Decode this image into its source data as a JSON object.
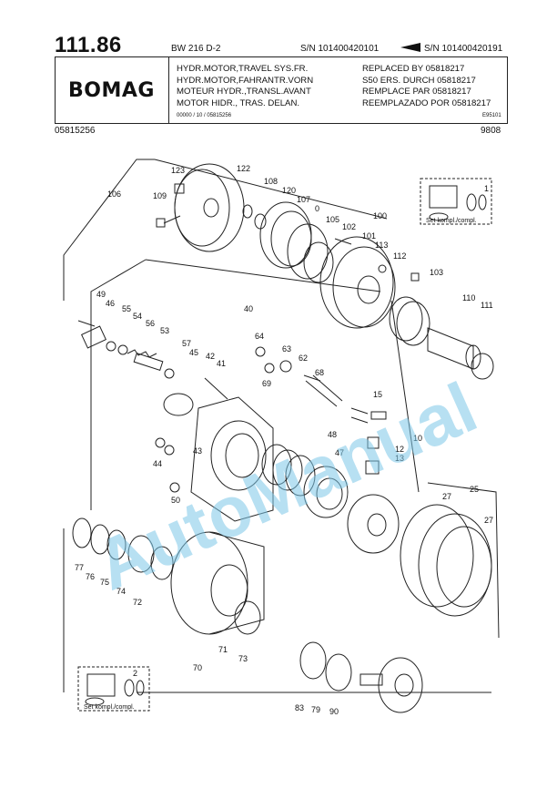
{
  "header": {
    "page_number": "111.86",
    "model": "BW 216 D-2",
    "sn_from": "S/N 101400420101",
    "sn_to": "S/N 101400420191",
    "logo": "BOMAG",
    "description": [
      "HYDR.MOTOR,TRAVEL SYS.FR.",
      "HYDR.MOTOR,FAHRANTR.VORN",
      "MOTEUR HYDR.,TRANSL.AVANT",
      "MOTOR HIDR., TRAS. DELAN."
    ],
    "replacement": [
      "REPLACED BY 05818217",
      "S50 ERS. DURCH 05818217",
      "REMPLACE PAR 05818217",
      "REEMPLAZADO POR 05818217"
    ],
    "footer_small": "00000 / 10 / 05815256",
    "footer_code": "E95101",
    "doc_number": "05815256",
    "date_code": "9808"
  },
  "diagram": {
    "kit_label": "Set kompl./compl.",
    "kit_numbers": [
      "1",
      "2"
    ],
    "part_labels": [
      "123",
      "122",
      "108",
      "109",
      "120",
      "107",
      "106",
      "0",
      "105",
      "102",
      "100",
      "101",
      "113",
      "112",
      "103",
      "110",
      "111",
      "49",
      "46",
      "40",
      "55",
      "54",
      "56",
      "53",
      "64",
      "63",
      "62",
      "57",
      "45",
      "42",
      "41",
      "69",
      "68",
      "15",
      "44",
      "43",
      "48",
      "47",
      "12",
      "13",
      "10",
      "50",
      "27",
      "25",
      "27",
      "77",
      "76",
      "75",
      "74",
      "72",
      "71",
      "73",
      "70",
      "83",
      "79",
      "90"
    ]
  },
  "watermark": "AutoManual"
}
